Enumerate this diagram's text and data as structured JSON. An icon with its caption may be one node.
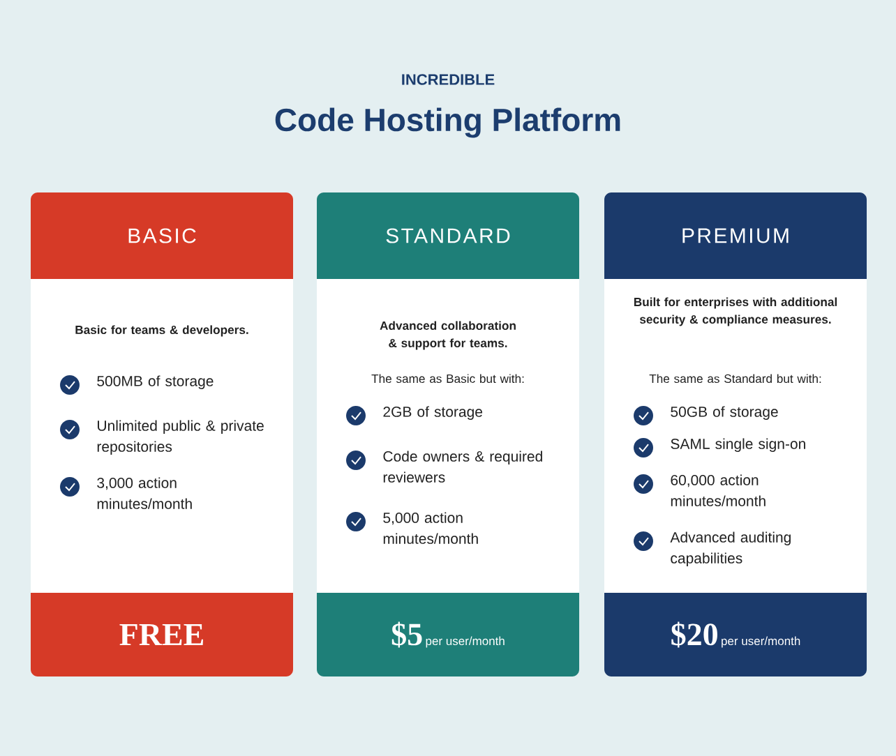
{
  "diagram": {
    "title": "Code Hosting Platform",
    "nodes": [
      {
        "text": [
          "Basic for teams & developers.",
          "500MB of storage",
          "Unlimited public & private repositories",
          "3,000 action minutes/month"
        ]
      },
      {
        "text": [
          "BASIC"
        ],
        "in": 0
      },
      {
        "text": [
          "FREE"
        ],
        "in": 0
      },
      {
        "text": [
          "Advanced collaboration & support for teams.",
          "The same as Basic but with:",
          "2GB of storage",
          "Code owners & required reviewers",
          "5,000 action minutes/month"
        ]
      },
      {
        "text": [
          "STANDARD"
        ],
        "in": 3
      },
      {
        "text": [
          "$5",
          "per user/month"
        ],
        "in": 3
      },
      {
        "text": [
          "Built for enterprises with additional security & compliance measures.",
          "The same as Standard but with:",
          "50GB of storage",
          "SAML single sign-on",
          "60,000 action minutes/month",
          "Advanced auditing capabilities"
        ]
      },
      {
        "text": [
          "PREMIUM"
        ],
        "in": 6
      },
      {
        "text": [
          "$20",
          "per user/month"
        ],
        "in": 6
      }
    ],
    "labels": [
      "INCREDIBLE"
    ]
  }
}
